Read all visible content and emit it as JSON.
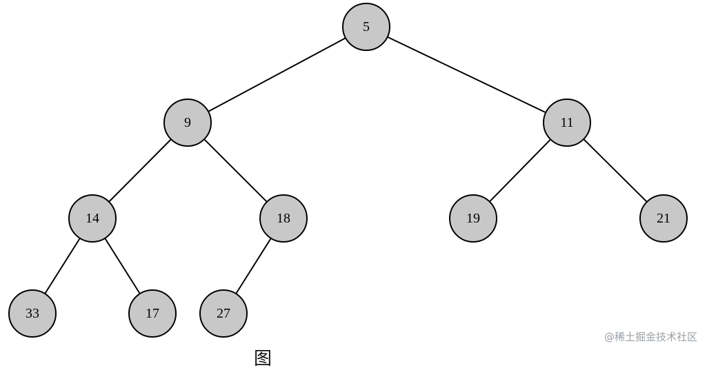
{
  "diagram": {
    "type": "binary-tree",
    "colors": {
      "node_fill": "#c8c8c8",
      "node_stroke": "#000000",
      "edge": "#000000"
    },
    "nodes": [
      {
        "id": "n5",
        "label": "5"
      },
      {
        "id": "n9",
        "label": "9"
      },
      {
        "id": "n11",
        "label": "11"
      },
      {
        "id": "n14",
        "label": "14"
      },
      {
        "id": "n18",
        "label": "18"
      },
      {
        "id": "n19",
        "label": "19"
      },
      {
        "id": "n21",
        "label": "21"
      },
      {
        "id": "n33",
        "label": "33"
      },
      {
        "id": "n17",
        "label": "17"
      },
      {
        "id": "n27",
        "label": "27"
      }
    ],
    "edges": [
      [
        "n5",
        "n9"
      ],
      [
        "n5",
        "n11"
      ],
      [
        "n9",
        "n14"
      ],
      [
        "n9",
        "n18"
      ],
      [
        "n11",
        "n19"
      ],
      [
        "n11",
        "n21"
      ],
      [
        "n14",
        "n33"
      ],
      [
        "n14",
        "n17"
      ],
      [
        "n18",
        "n27"
      ]
    ]
  },
  "watermark": "@稀土掘金技术社区",
  "caption": "图"
}
